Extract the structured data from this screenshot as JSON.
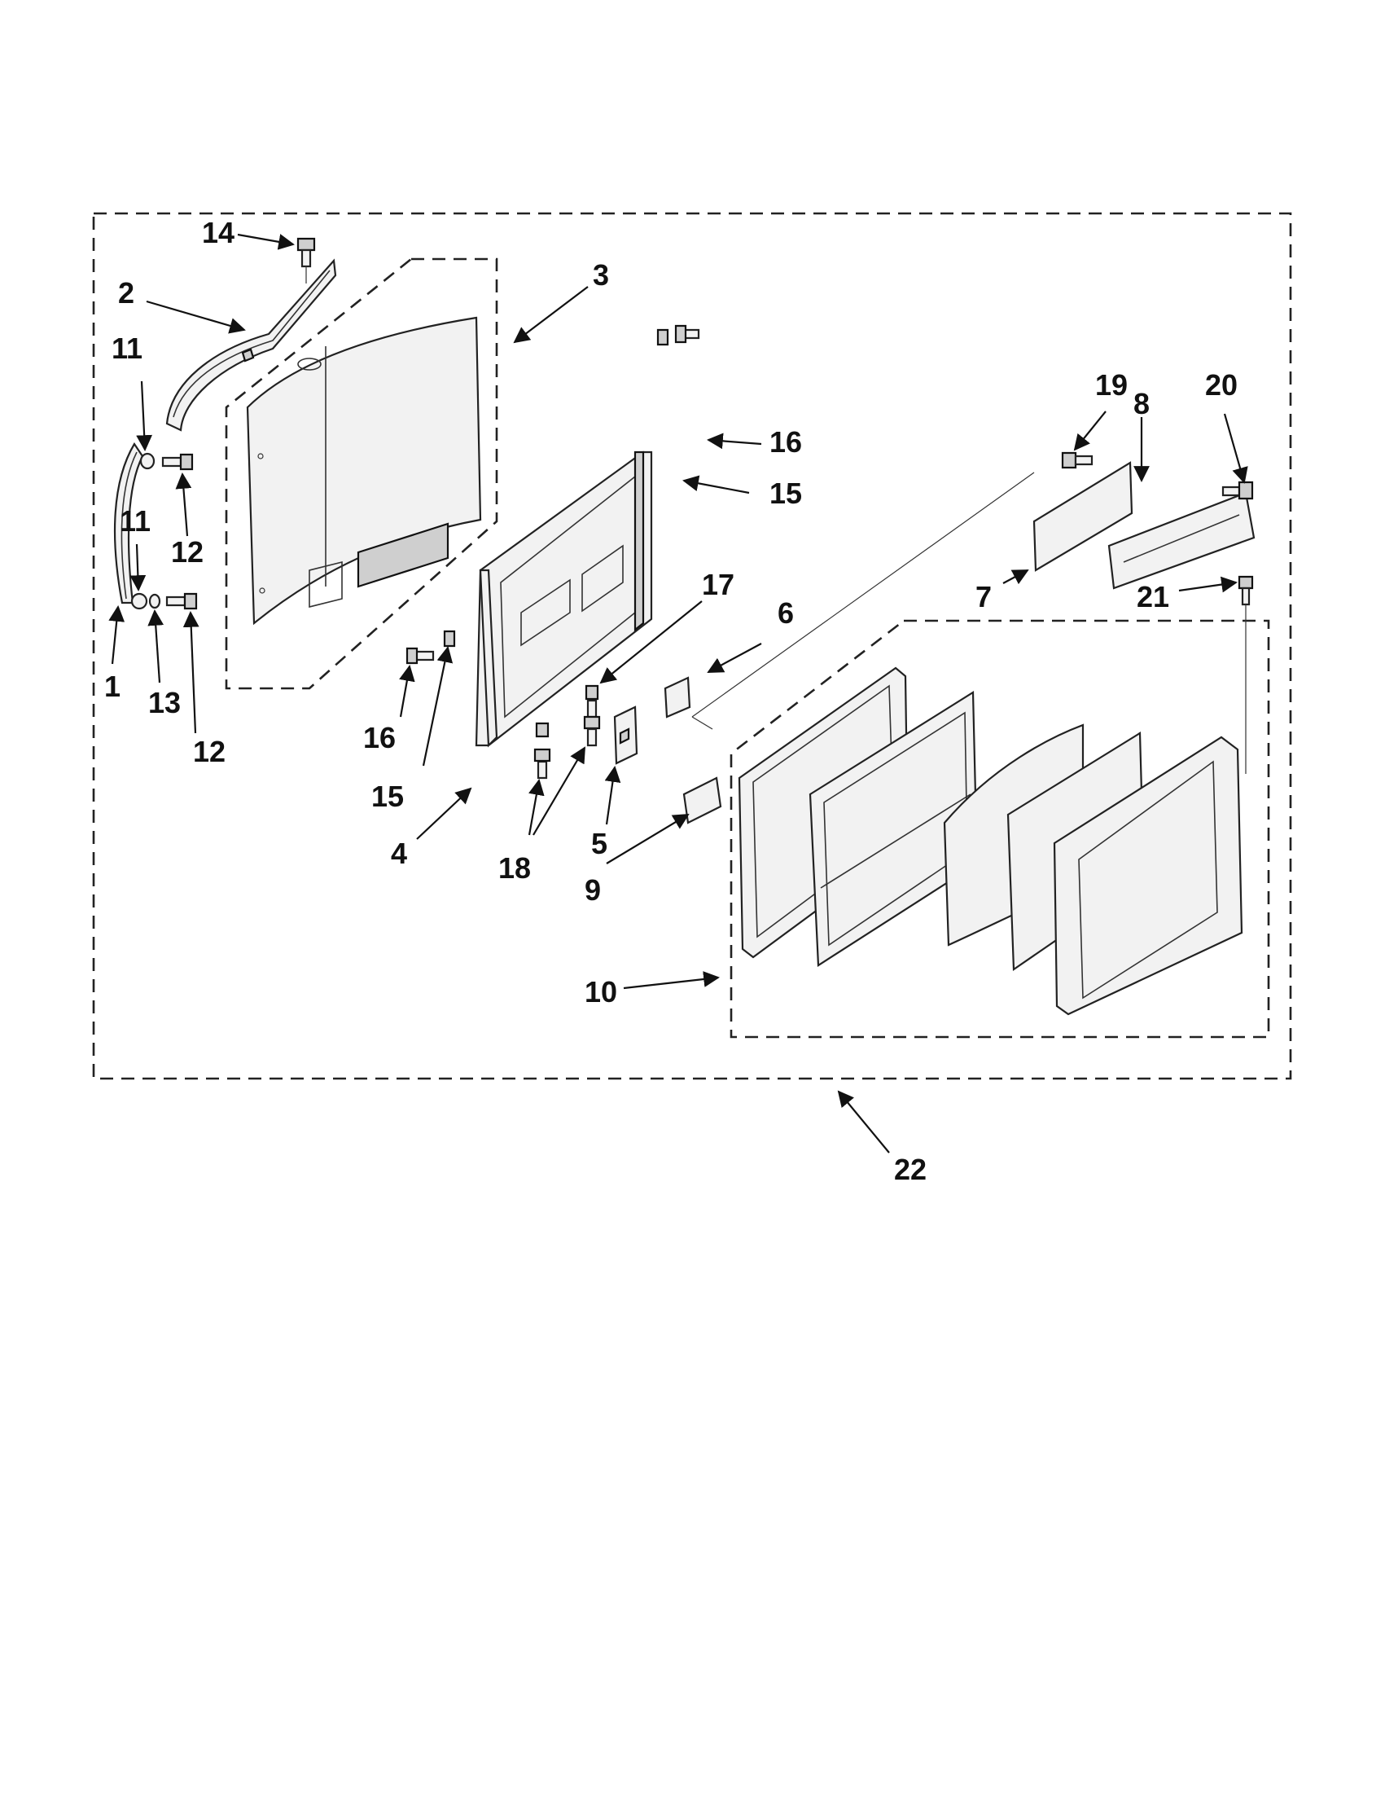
{
  "callouts": {
    "c1": "1",
    "c2": "2",
    "c3": "3",
    "c4": "4",
    "c5": "5",
    "c6": "6",
    "c7": "7",
    "c8": "8",
    "c9": "9",
    "c10": "10",
    "c11a": "11",
    "c11b": "11",
    "c12a": "12",
    "c12b": "12",
    "c13": "13",
    "c14": "14",
    "c15a": "15",
    "c15b": "15",
    "c16a": "16",
    "c16b": "16",
    "c17": "17",
    "c18": "18",
    "c19": "19",
    "c20": "20",
    "c21": "21",
    "c22": "22"
  }
}
